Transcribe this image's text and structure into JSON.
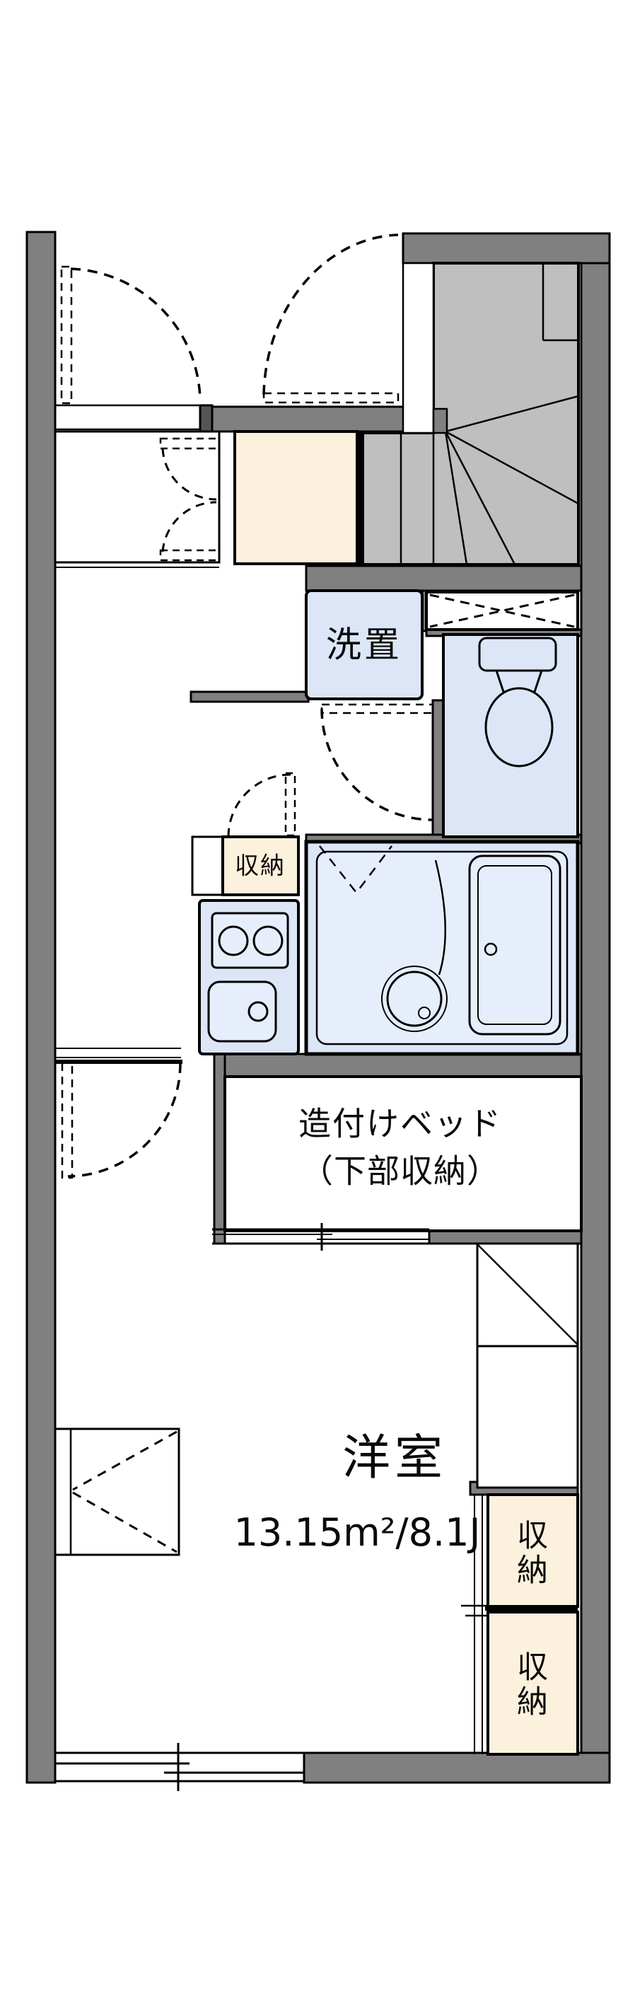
{
  "floorplan": {
    "labels": {
      "washer_area": "洗置",
      "kitchen_storage": "収納",
      "bed_line1": "造付けベッド",
      "bed_line2": "（下部収納）",
      "room_name": "洋室",
      "room_area": "13.15m²/8.1J",
      "storage_upper": "収納",
      "storage_lower": "収納"
    },
    "colors": {
      "wall_gray": "#808080",
      "stair_gray": "#BFBFBF",
      "fixture_blue": "#DCE6F7",
      "fixture_blue_light": "#E7EEFB",
      "storage_cream": "#FBF1DD",
      "outline": "#000000",
      "background": "#FFFFFF"
    }
  }
}
